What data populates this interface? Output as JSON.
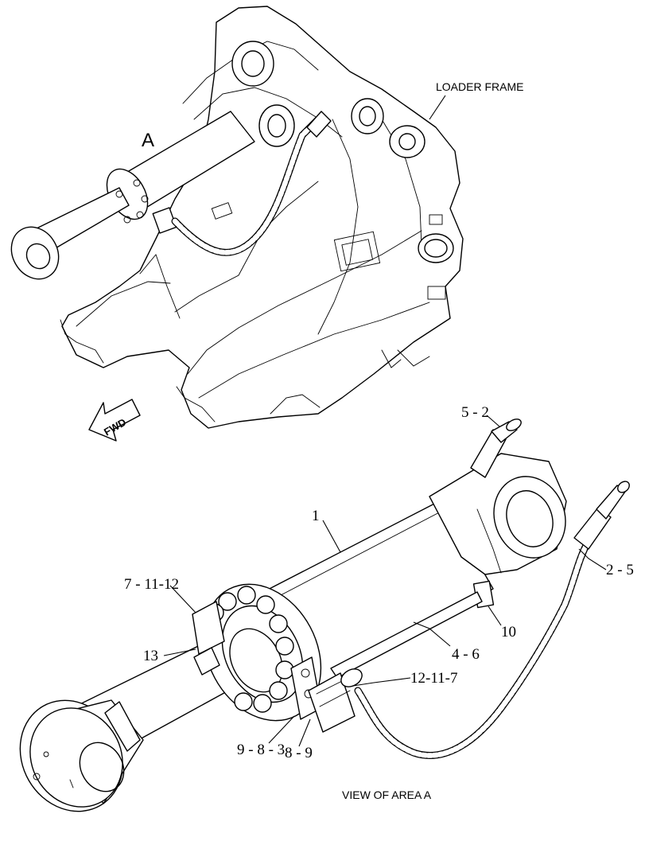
{
  "labels": {
    "loader_frame": "LOADER FRAME",
    "area_marker": "A",
    "fwd": "FWD",
    "view_caption": "VIEW OF AREA A"
  },
  "callouts": [
    {
      "id": "callout-5-2",
      "text": "5 - 2"
    },
    {
      "id": "callout-1",
      "text": "1"
    },
    {
      "id": "callout-2-5",
      "text": "2 - 5"
    },
    {
      "id": "callout-7-11-12",
      "text": "7 - 11-12"
    },
    {
      "id": "callout-10",
      "text": "10"
    },
    {
      "id": "callout-13",
      "text": "13"
    },
    {
      "id": "callout-4-6",
      "text": "4 - 6"
    },
    {
      "id": "callout-12-11-7",
      "text": "12-11-7"
    },
    {
      "id": "callout-9-8-3",
      "text": "9 - 8 - 3"
    },
    {
      "id": "callout-8-9",
      "text": "8 - 9"
    }
  ]
}
